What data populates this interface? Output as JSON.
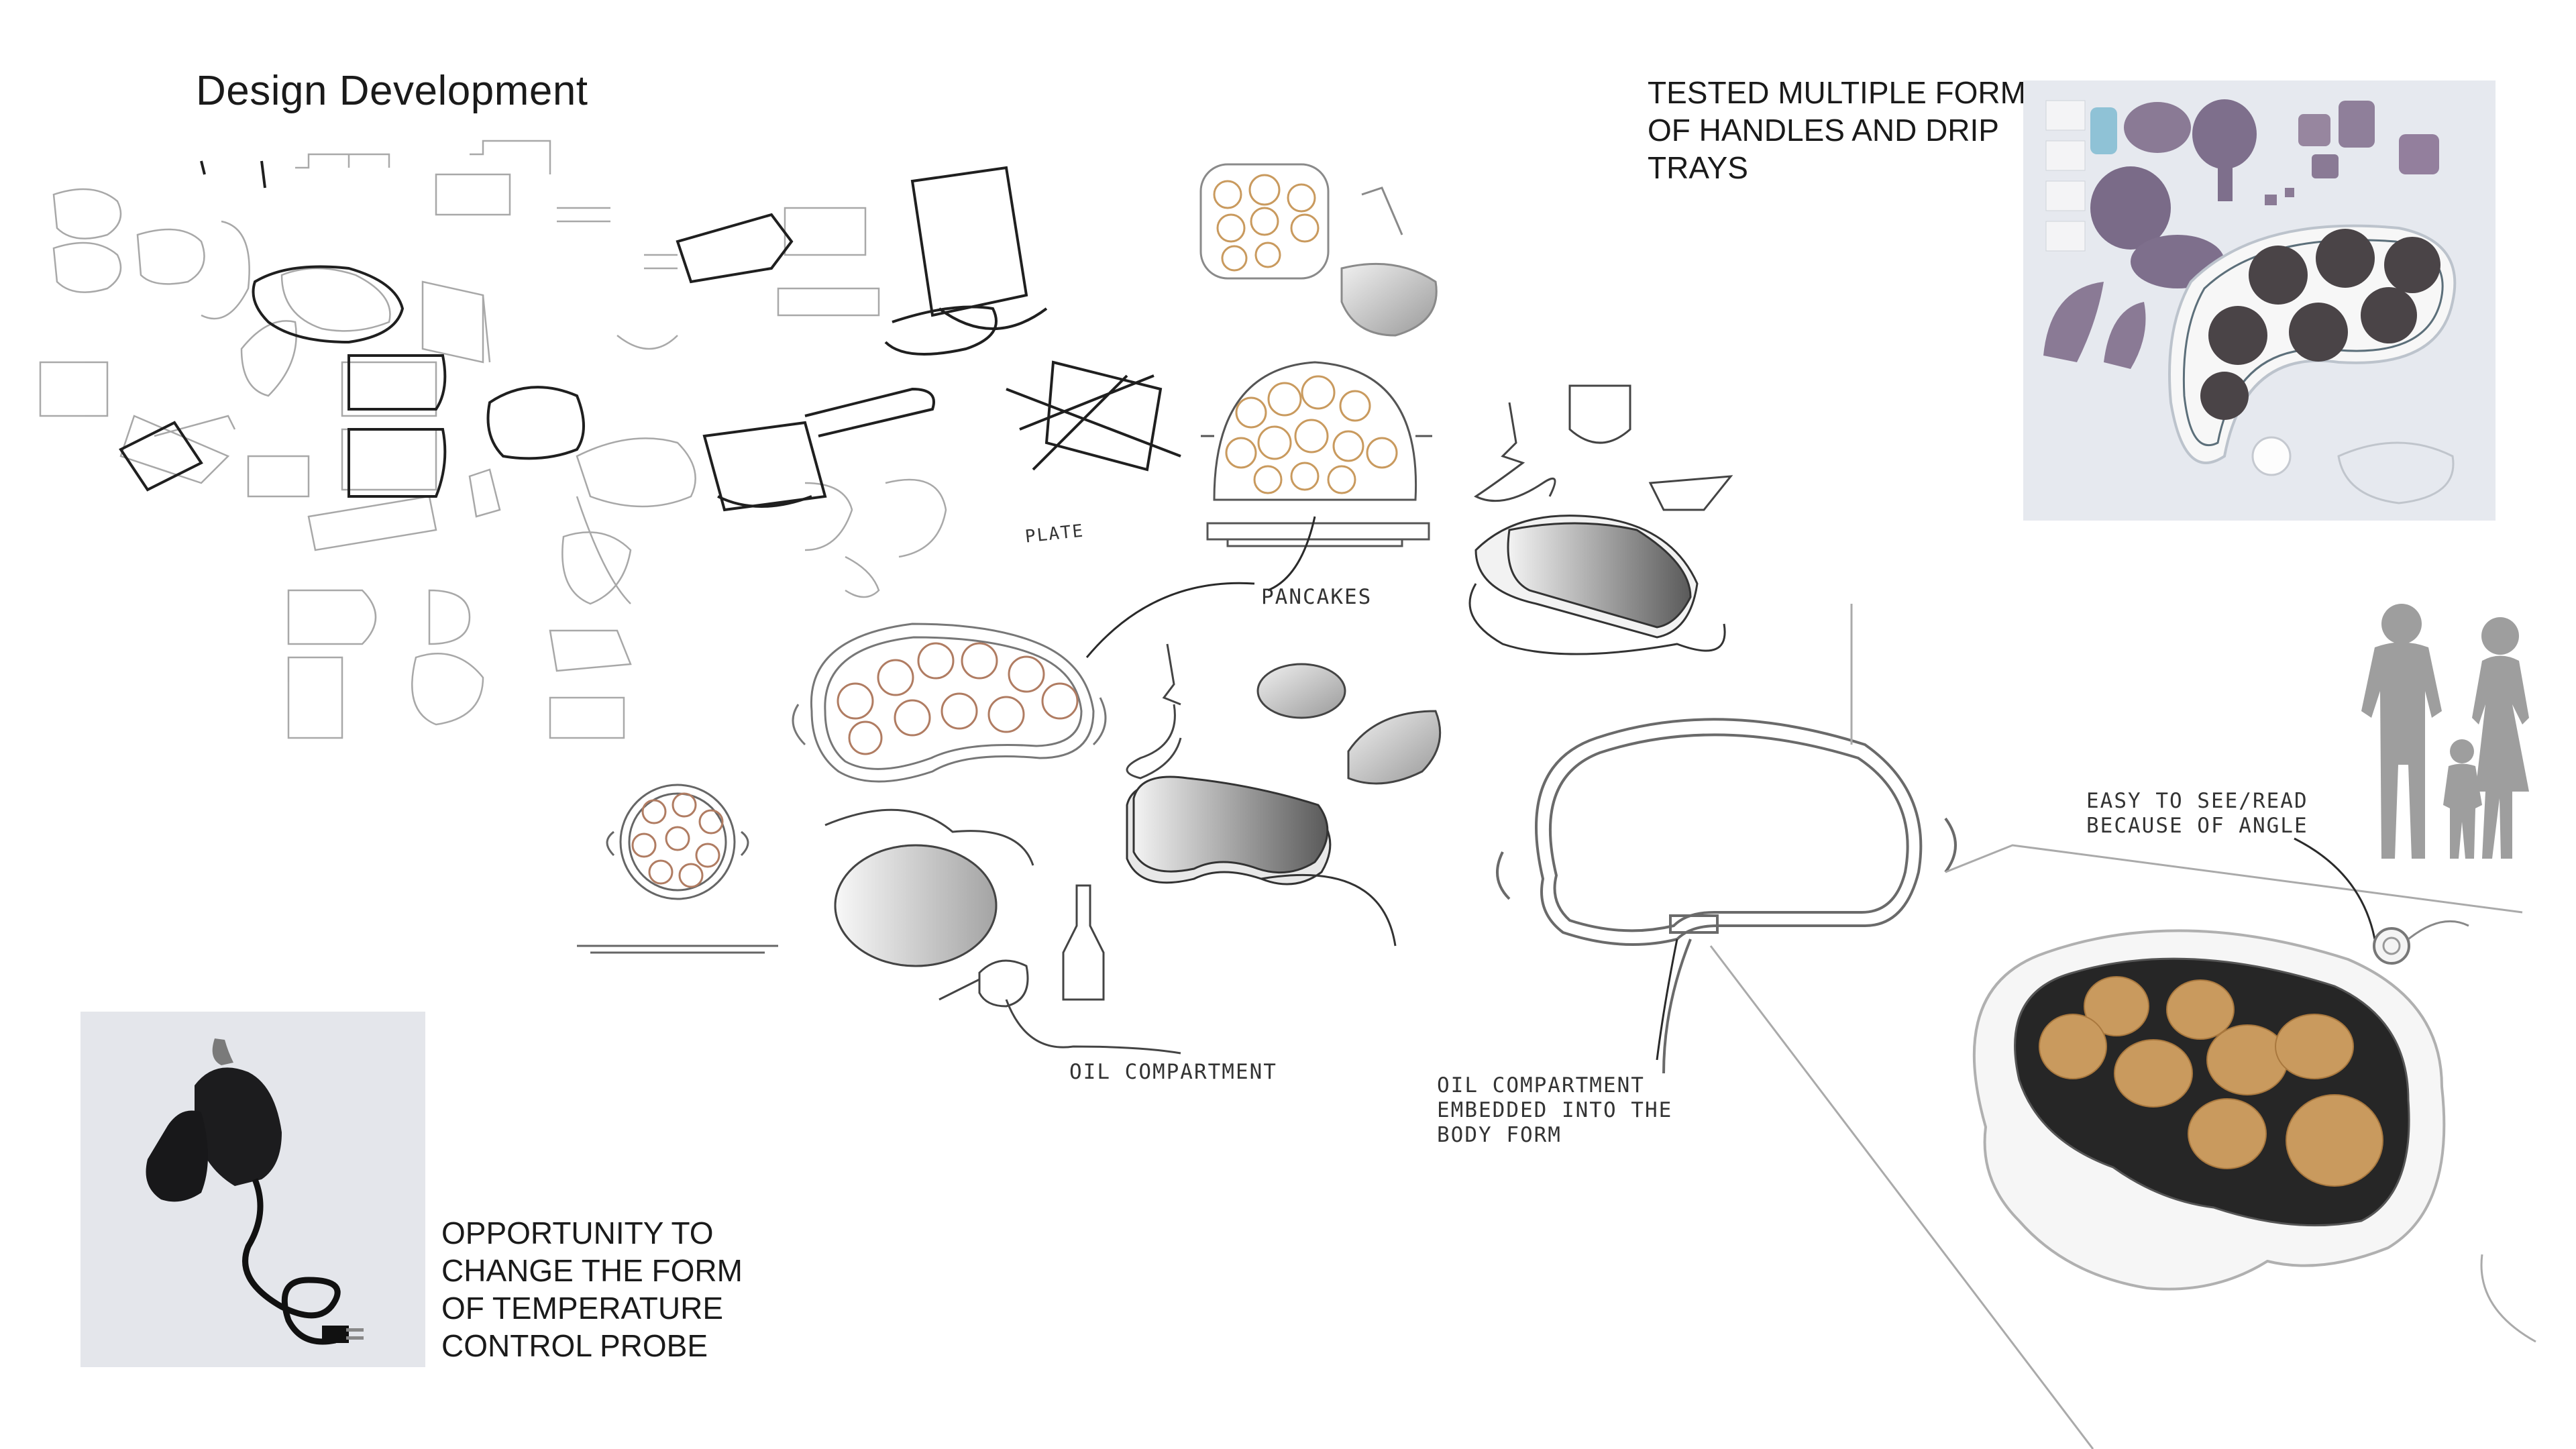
{
  "page": {
    "title": "Design Development"
  },
  "captions": {
    "handles": [
      "TESTED MULTIPLE FORMS",
      "OF HANDLES AND DRIP",
      "TRAYS"
    ],
    "probe": [
      "OPPORTUNITY TO",
      "CHANGE THE FORM",
      "OF TEMPERATURE",
      "CONTROL PROBE"
    ]
  },
  "annotations": {
    "pancakes": "PANCAKES",
    "oil_compartment": "OIL COMPARTMENT",
    "oil_embedded": [
      "OIL COMPARTMENT",
      "EMBEDDED INTO THE",
      "BODY FORM"
    ],
    "angle": [
      "EASY TO SEE/READ",
      "BECAUSE OF ANGLE"
    ]
  },
  "sketch_labels": {
    "plate": "PLATE"
  },
  "colors": {
    "pancake": "#c99a5e",
    "plate_dark": "#2b2b2b",
    "foam_purple": "#8a7a95",
    "silhouette": "#9e9e9e"
  }
}
